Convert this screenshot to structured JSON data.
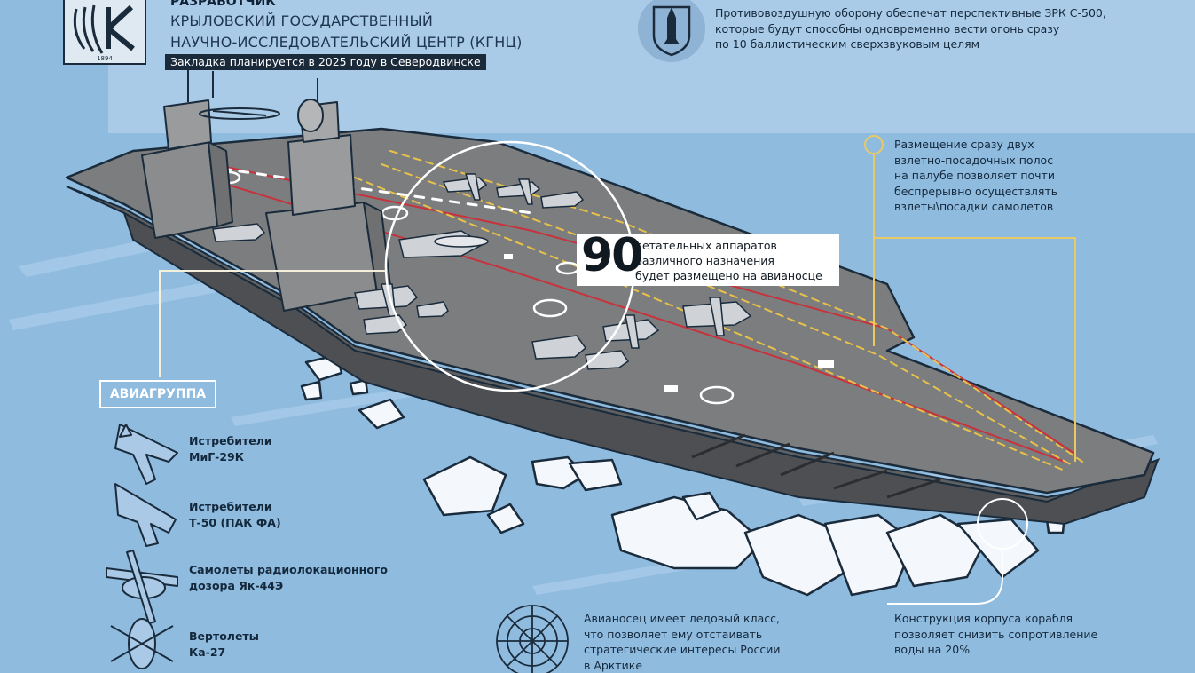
{
  "developer": {
    "heading": "РАЗРАБОТЧИК",
    "name_line1": "КРЫЛОВСКИЙ ГОСУДАРСТВЕННЫЙ",
    "name_line2": "НАУЧНО-ИССЛЕДОВАТЕЛЬСКИЙ ЦЕНТР (КГНЦ)",
    "laying_note": "Закладка планируется в 2025 году в Северодвинске",
    "logo_year": "1894"
  },
  "air_defense": {
    "line1": "Противовоздушную оборону обеспечат перспективные ЗРК С-500,",
    "line2": "которые будут способны одновременно вести огонь сразу",
    "line3": "по 10 баллистическим сверхзвуковым целям"
  },
  "runways": {
    "line1": "Размещение сразу двух",
    "line2": "взлетно-посадочных полос",
    "line3": "на палубе позволяет почти",
    "line4": "беспрерывно осуществлять",
    "line5": "взлеты\\посадки самолетов"
  },
  "aircraft_count": {
    "number": "90",
    "line1": "летательных аппаратов",
    "line2": "различного назначения",
    "line3": "будет размещено на авианосце"
  },
  "air_group": {
    "title": "АВИАГРУППА",
    "items": [
      {
        "line1": "Истребители",
        "line2": "МиГ-29К",
        "icon": "mig29k-icon"
      },
      {
        "line1": "Истребители",
        "line2": "Т-50 (ПАК ФА)",
        "icon": "t50-icon"
      },
      {
        "line1": "Самолеты радиолокационного",
        "line2": "дозора Як-44Э",
        "icon": "yak44-icon"
      },
      {
        "line1": "Вертолеты",
        "line2": "Ка-27",
        "icon": "ka27-icon"
      }
    ]
  },
  "ice_class": {
    "line1": "Авианосец имеет ледовый класс,",
    "line2": "что позволяет ему отстаивать",
    "line3": "стратегические интересы России",
    "line4": "в Арктике"
  },
  "hull": {
    "line1": "Конструкция корпуса корабля",
    "line2": "позволяет снизить сопротивление",
    "line3": "воды на 20%"
  },
  "colors": {
    "background": "#8fbbdf",
    "panel": "#aacbe7",
    "deck": "#7c7d7e",
    "hull": "#5e6062",
    "runway_yellow": "#e8c14a",
    "runway_red": "#c8323c",
    "callout_line": "#f0d58a"
  }
}
